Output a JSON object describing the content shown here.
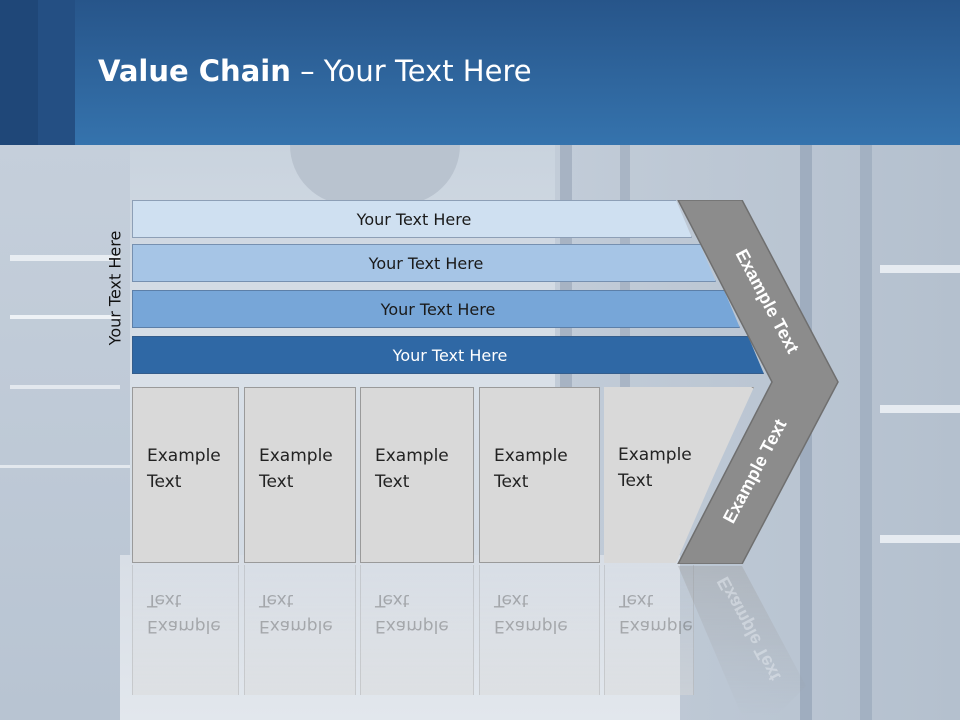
{
  "header": {
    "title_bold": "Value Chain",
    "title_rest": " – Your Text Here"
  },
  "side_label": "Your Text Here",
  "rows": [
    "Your Text Here",
    "Your Text Here",
    "Your Text Here",
    "Your Text Here"
  ],
  "boxes": [
    {
      "line1": "Example",
      "line2": "Text"
    },
    {
      "line1": "Example",
      "line2": "Text"
    },
    {
      "line1": "Example",
      "line2": "Text"
    },
    {
      "line1": "Example",
      "line2": "Text"
    },
    {
      "line1": "Example",
      "line2": "Text"
    }
  ],
  "chevron": {
    "top_text": "Example Text",
    "bottom_text": "Example Text"
  },
  "colors": {
    "header": "#3573ad",
    "row1": "#cfe0f1",
    "row2": "#a6c5e6",
    "row3": "#77a6d8",
    "row4": "#2f68a5",
    "chevron": "#8c8c8c",
    "box": "#d9d9d9"
  }
}
